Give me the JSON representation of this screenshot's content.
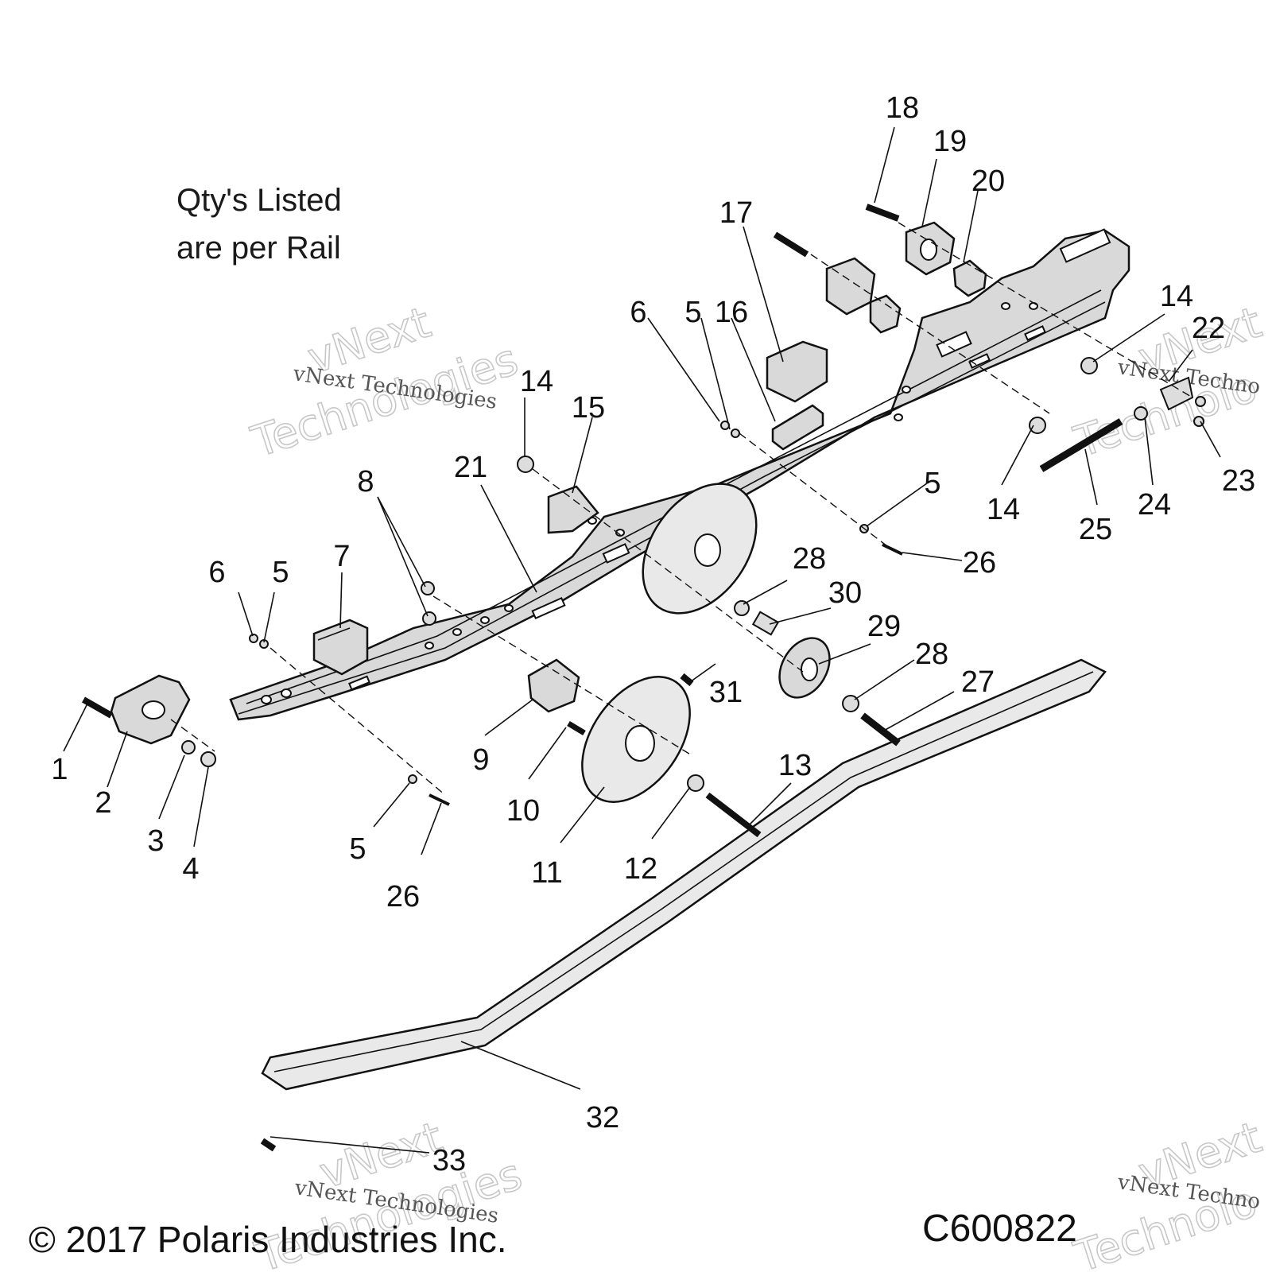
{
  "note": {
    "line1": "Qty's Listed",
    "line2": "are per Rail"
  },
  "copyright": "© 2017 Polaris Industries Inc.",
  "figure_code": "C600822",
  "watermarks": [
    {
      "line1": "vNext",
      "line2": "Technologies",
      "small": "vNext Technologies"
    },
    {
      "line1": "vNext",
      "line2": "Technolo",
      "small": "vNext Techno"
    },
    {
      "line1": "vNext",
      "line2": "Technologies",
      "small": "vNext Technologies"
    },
    {
      "line1": "vNext",
      "line2": "Technolo",
      "small": "vNext Techno"
    }
  ],
  "callouts": [
    {
      "id": "c1",
      "text": "1"
    },
    {
      "id": "c2",
      "text": "2"
    },
    {
      "id": "c3",
      "text": "3"
    },
    {
      "id": "c4",
      "text": "4"
    },
    {
      "id": "c5a",
      "text": "5"
    },
    {
      "id": "c5b",
      "text": "5"
    },
    {
      "id": "c5c",
      "text": "5"
    },
    {
      "id": "c5d",
      "text": "5"
    },
    {
      "id": "c6a",
      "text": "6"
    },
    {
      "id": "c6b",
      "text": "6"
    },
    {
      "id": "c7",
      "text": "7"
    },
    {
      "id": "c8",
      "text": "8"
    },
    {
      "id": "c9",
      "text": "9"
    },
    {
      "id": "c10",
      "text": "10"
    },
    {
      "id": "c11",
      "text": "11"
    },
    {
      "id": "c12",
      "text": "12"
    },
    {
      "id": "c13",
      "text": "13"
    },
    {
      "id": "c14a",
      "text": "14"
    },
    {
      "id": "c14b",
      "text": "14"
    },
    {
      "id": "c14c",
      "text": "14"
    },
    {
      "id": "c15",
      "text": "15"
    },
    {
      "id": "c16",
      "text": "16"
    },
    {
      "id": "c17",
      "text": "17"
    },
    {
      "id": "c18",
      "text": "18"
    },
    {
      "id": "c19",
      "text": "19"
    },
    {
      "id": "c20",
      "text": "20"
    },
    {
      "id": "c21",
      "text": "21"
    },
    {
      "id": "c22",
      "text": "22"
    },
    {
      "id": "c23",
      "text": "23"
    },
    {
      "id": "c24",
      "text": "24"
    },
    {
      "id": "c25",
      "text": "25"
    },
    {
      "id": "c26a",
      "text": "26"
    },
    {
      "id": "c26b",
      "text": "26"
    },
    {
      "id": "c27",
      "text": "27"
    },
    {
      "id": "c28a",
      "text": "28"
    },
    {
      "id": "c28b",
      "text": "28"
    },
    {
      "id": "c29",
      "text": "29"
    },
    {
      "id": "c30",
      "text": "30"
    },
    {
      "id": "c31",
      "text": "31"
    },
    {
      "id": "c32",
      "text": "32"
    },
    {
      "id": "c33",
      "text": "33"
    }
  ]
}
